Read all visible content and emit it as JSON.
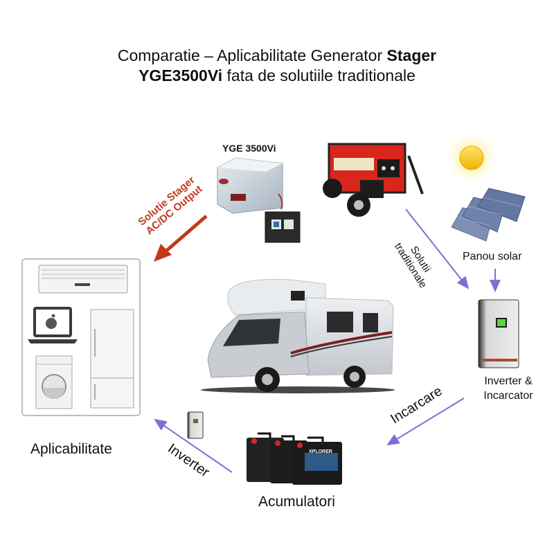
{
  "title": {
    "line1_prefix": "Comparatie – Aplicabilitate Generator ",
    "line1_bold": "Stager",
    "line2_bold": "YGE3500Vi",
    "line2_suffix": " fata de solutiile traditionale"
  },
  "nodes": {
    "stager_unit": {
      "label": "YGE 3500Vi"
    },
    "stager_arrow": {
      "line1": "Solutie Stager",
      "line2": "AC/DC Output",
      "color": "#c0391b"
    },
    "generator": {
      "label": ""
    },
    "sun": {
      "label": ""
    },
    "solar_panel": {
      "label": "Panou solar"
    },
    "traditional": {
      "line1": "Solutii",
      "line2": "traditionale"
    },
    "inverter_charger": {
      "line1": "Inverter &",
      "line2": "Incarcator"
    },
    "charging": {
      "label": "Incarcare"
    },
    "batteries": {
      "label": "Acumulatori",
      "brand": "XPLORER"
    },
    "inverter_path": {
      "label": "Inverter"
    },
    "applicability": {
      "label": "Aplicabilitate"
    },
    "camper": {
      "label": ""
    }
  },
  "colors": {
    "arrow_flow": "#7d6fd6",
    "stager_red": "#c0391b",
    "generator_red": "#d8261c",
    "sun_yellow": "#f5c518",
    "panel_blue": "#5a6f96"
  }
}
